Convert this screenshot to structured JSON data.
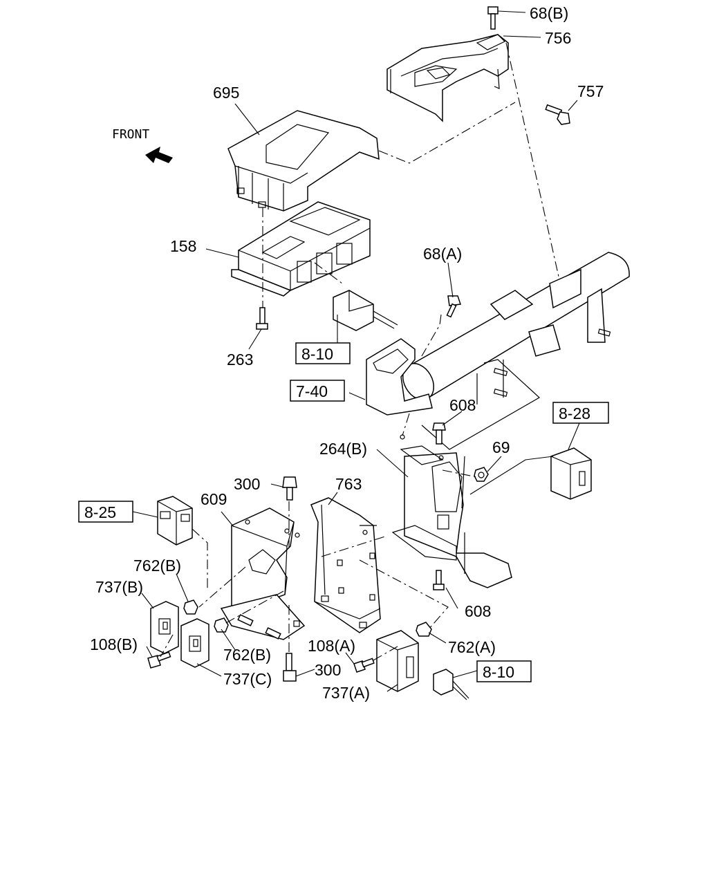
{
  "front_label": "FRONT",
  "callouts": {
    "c68b": "68(B)",
    "c756": "756",
    "c757": "757",
    "c695": "695",
    "c158": "158",
    "c263": "263",
    "c68a": "68(A)",
    "c608a": "608",
    "c69": "69",
    "c264b": "264(B)",
    "c300a": "300",
    "c763": "763",
    "c609": "609",
    "c762b1": "762(B)",
    "c737b": "737(B)",
    "c108b": "108(B)",
    "c762b2": "762(B)",
    "c737c": "737(C)",
    "c300b": "300",
    "c108a": "108(A)",
    "c737a": "737(A)",
    "c762a": "762(A)",
    "c608b": "608"
  },
  "refs": {
    "r810a": "8-10",
    "r740": "7-40",
    "r828": "8-28",
    "r825": "8-25",
    "r810b": "8-10"
  }
}
